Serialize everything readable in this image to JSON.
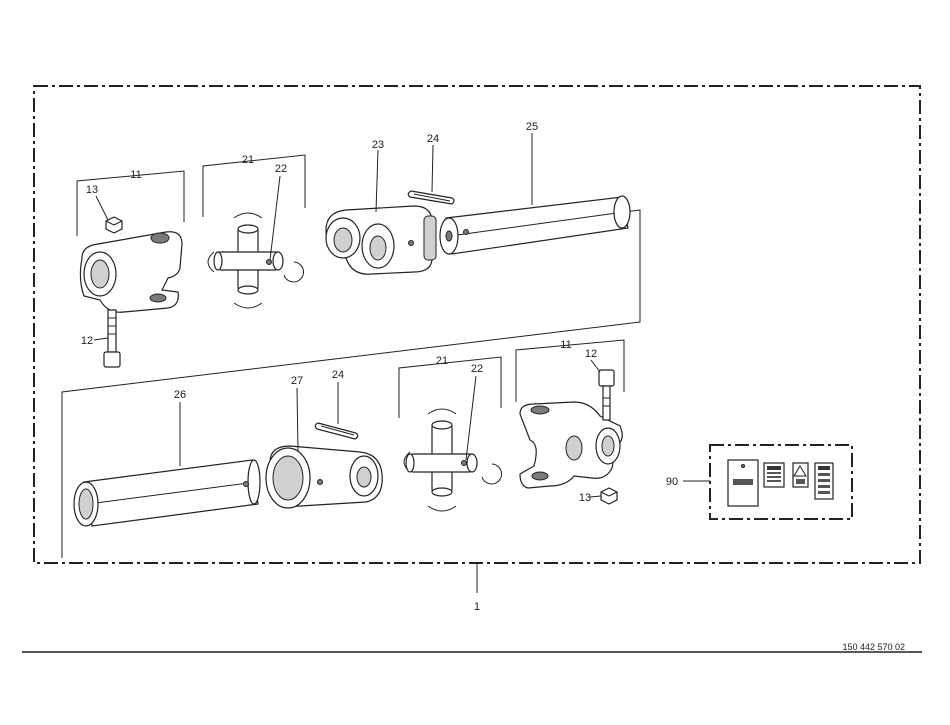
{
  "labels": {
    "assembly": "1",
    "yoke_top": "11",
    "bolt_top": "12",
    "nut_top": "13",
    "cross_top": "21",
    "grease_top": "22",
    "inner_yoke": "23",
    "pin_top": "24",
    "inner_tube": "25",
    "outer_tube": "26",
    "outer_yoke": "27",
    "pin_bottom": "24",
    "cross_bottom": "21",
    "grease_bottom": "22",
    "yoke_bottom": "11",
    "bolt_bottom": "12",
    "nut_bottom": "13",
    "decals": "90"
  },
  "document_number": "150 442 570 02"
}
